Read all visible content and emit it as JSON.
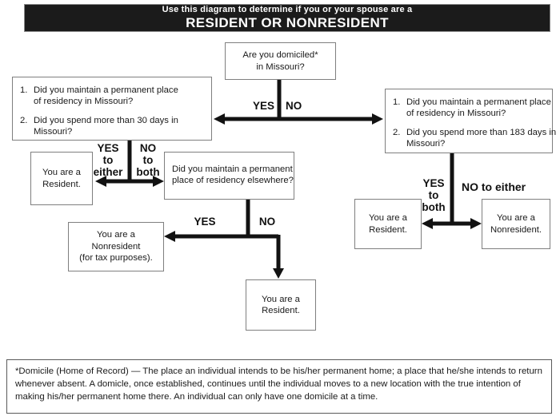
{
  "banner": {
    "subtitle": "Use this diagram to determine if you or your spouse are a",
    "title": "RESIDENT OR NONRESIDENT"
  },
  "boxes": {
    "domiciled": {
      "lines": [
        "Are you domiciled*",
        "in Missouri?"
      ]
    },
    "left_questions": {
      "items": [
        {
          "num": "1.",
          "lines": [
            "Did you maintain a permanent place",
            "of residency in Missouri?"
          ]
        },
        {
          "num": "2.",
          "lines": [
            "Did you spend more than 30 days in",
            "Missouri?"
          ]
        }
      ]
    },
    "right_questions": {
      "items": [
        {
          "num": "1.",
          "lines": [
            "Did you maintain a permanent place",
            "of residency in Missouri?"
          ]
        },
        {
          "num": "2.",
          "lines": [
            "Did you spend more than 183 days in",
            "Missouri?"
          ]
        }
      ]
    },
    "left_resident": {
      "lines": [
        "You are a",
        "Resident."
      ]
    },
    "elsewhere": {
      "lines": [
        "Did you maintain a permanent",
        "place of residency elsewhere?"
      ]
    },
    "nonresident_tax": {
      "lines": [
        "You are a",
        "Nonresident",
        "(for tax purposes)."
      ]
    },
    "bottom_resident": {
      "lines": [
        "You are a",
        "Resident."
      ]
    },
    "right_resident": {
      "lines": [
        "You are a",
        "Resident."
      ]
    },
    "right_nonresident": {
      "lines": [
        "You are a",
        "Nonresident."
      ]
    }
  },
  "labels": {
    "yes_top": "YES",
    "no_top": "NO",
    "yes_either": [
      "YES",
      "to",
      "either"
    ],
    "no_both": [
      "NO",
      "to",
      "both"
    ],
    "yes_mid": "YES",
    "no_mid": "NO",
    "yes_both": [
      "YES",
      "to",
      "both"
    ],
    "no_either": "NO to either"
  },
  "footnote": "*Domicile (Home of Record) — The place an individual intends to be his/her permanent home; a place that he/she intends to return whenever absent.  A domicle, once established, continues until the individual moves to a new location with the true intention of making his/her permanent home there.  An individual can only have one domicile at a time.",
  "colors": {
    "banner_bg": "#1b1b1b",
    "banner_text": "#ffffff",
    "box_border": "#7f7f7f",
    "connector": "#121212",
    "text": "#1a1a1a"
  }
}
